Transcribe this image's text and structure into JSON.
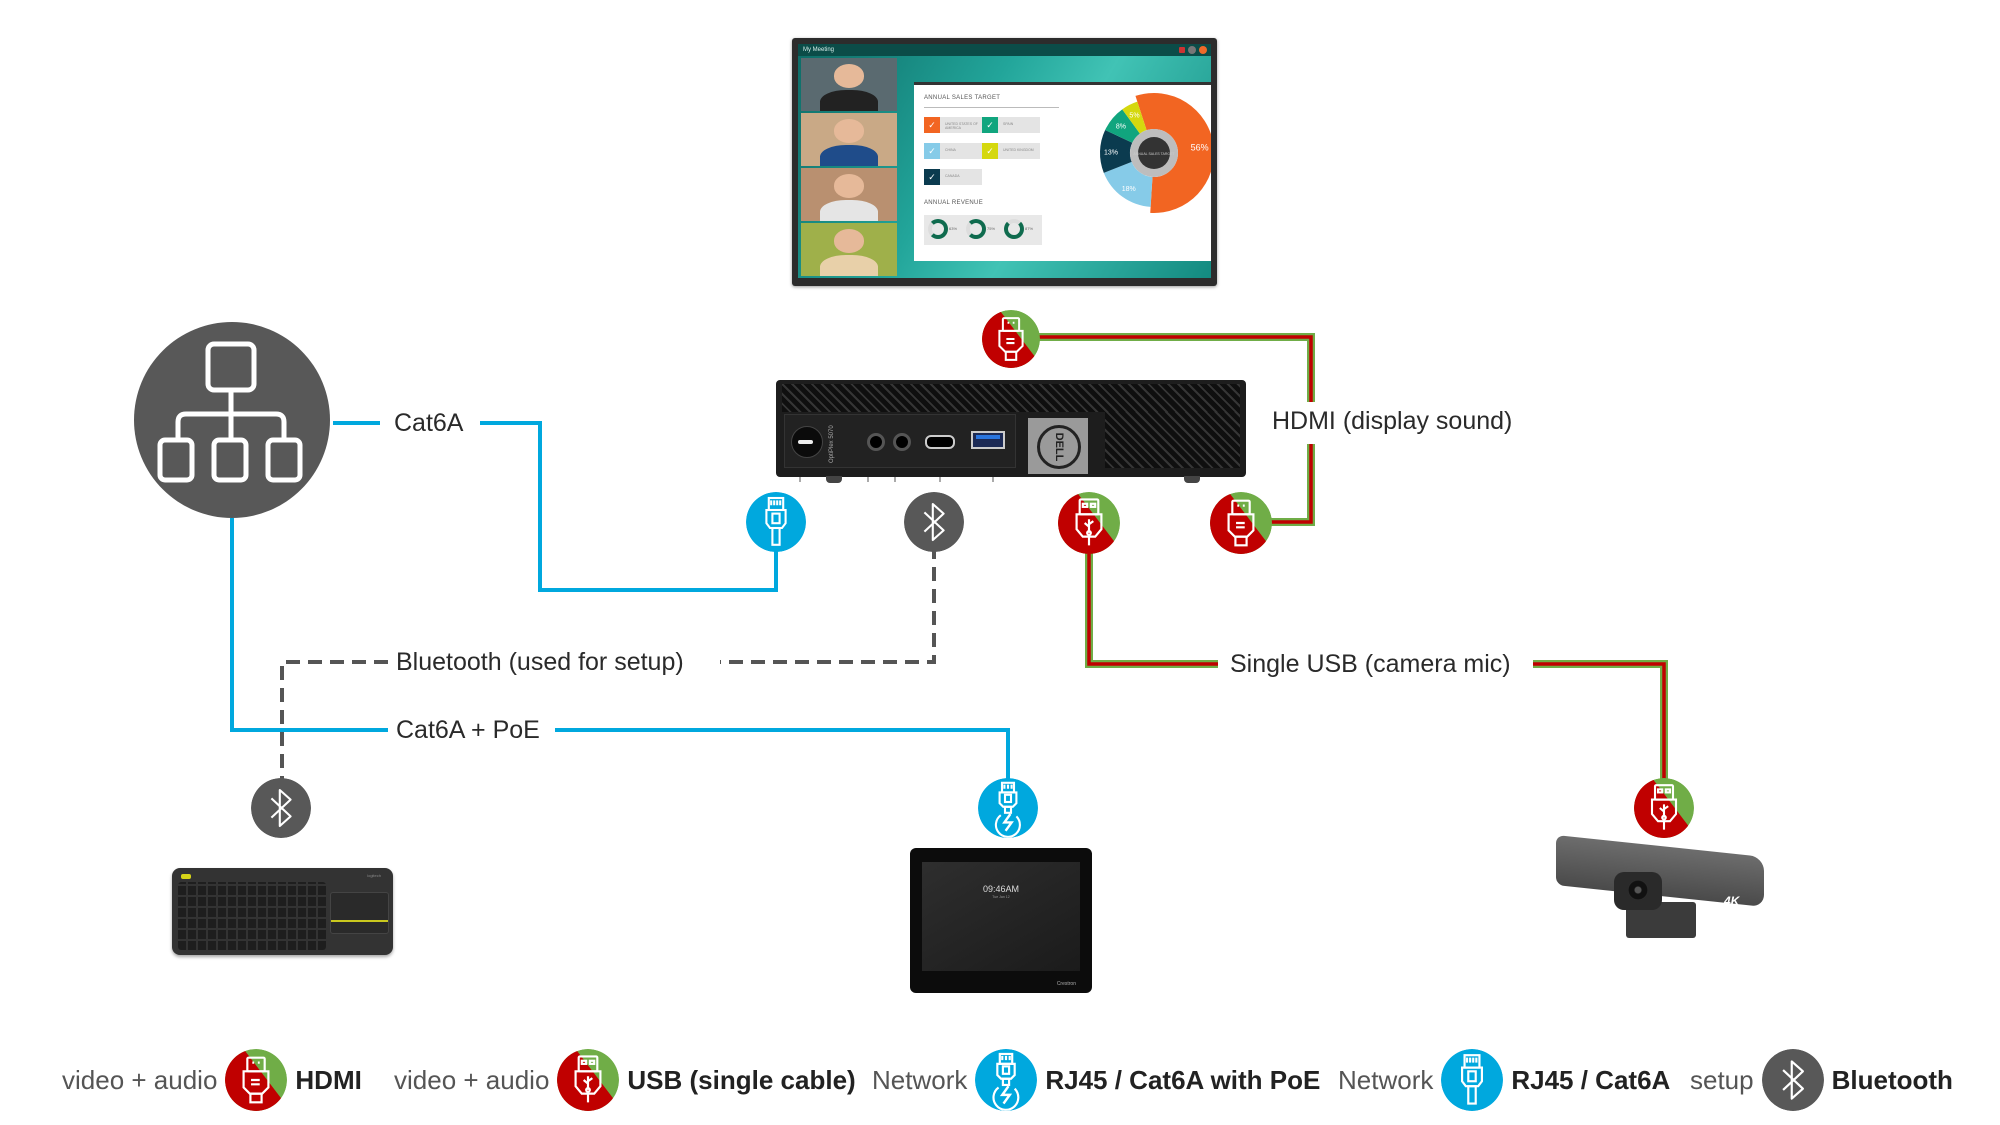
{
  "diagram": {
    "title": "Meeting room connectivity diagram"
  },
  "colors": {
    "hdmi_red": "#c00000",
    "hdmi_green": "#70ad47",
    "network_blue": "#00a8de",
    "bluetooth_gray": "#585858",
    "dashed_line": "#555555"
  },
  "connections": {
    "cat6a": "Cat6A",
    "hdmi_display_sound": "HDMI (display sound)",
    "bluetooth_setup": "Bluetooth (used for setup)",
    "single_usb": "Single USB (camera mic)",
    "cat6a_poe": "Cat6A + PoE"
  },
  "devices": {
    "display": {
      "name": "Display",
      "meeting_title": "My Meeting",
      "slide": {
        "heading": "ANNUAL SALES TARGET",
        "checklist": [
          "UNITED STATES OF AMERICA",
          "SPAIN",
          "CHINA",
          "UNITED KINGDOM",
          "CANADA"
        ],
        "revenue_heading": "ANNUAL REVENUE",
        "revenue_values": [
          "63%",
          "75%",
          "87%"
        ],
        "pie_center": "ANNUAL SALES TARGET",
        "pie_slices": [
          {
            "label": "56%",
            "value": 56,
            "color": "#f26522"
          },
          {
            "label": "18%",
            "value": 18,
            "color": "#86cbe8"
          },
          {
            "label": "13%",
            "value": 13,
            "color": "#0b3b4f"
          },
          {
            "label": "8%",
            "value": 8,
            "color": "#11a57e"
          },
          {
            "label": "5%",
            "value": 5,
            "color": "#d5d80e"
          }
        ]
      }
    },
    "computer": {
      "name": "Dell OptiPlex",
      "model": "OptiPlex 5070",
      "brand": "DELL"
    },
    "network": {
      "name": "Network switch"
    },
    "keyboard": {
      "name": "Wireless keyboard",
      "brand": "logitech"
    },
    "touch_panel": {
      "name": "Touch panel",
      "time": "09:46AM",
      "date": "Tue Jan 12",
      "brand": "Crestron"
    },
    "camera": {
      "name": "4K conference camera",
      "badge": "4K"
    }
  },
  "legend": [
    {
      "caption": "video + audio",
      "icon": "hdmi-icon",
      "name": "HDMI"
    },
    {
      "caption": "video + audio",
      "icon": "usb-icon",
      "name": "USB (single cable)"
    },
    {
      "caption": "Network",
      "icon": "rj45-poe-icon",
      "name": "RJ45 / Cat6A with PoE"
    },
    {
      "caption": "Network",
      "icon": "rj45-icon",
      "name": "RJ45 / Cat6A"
    },
    {
      "caption": "setup",
      "icon": "bluetooth-icon",
      "name": "Bluetooth"
    }
  ]
}
